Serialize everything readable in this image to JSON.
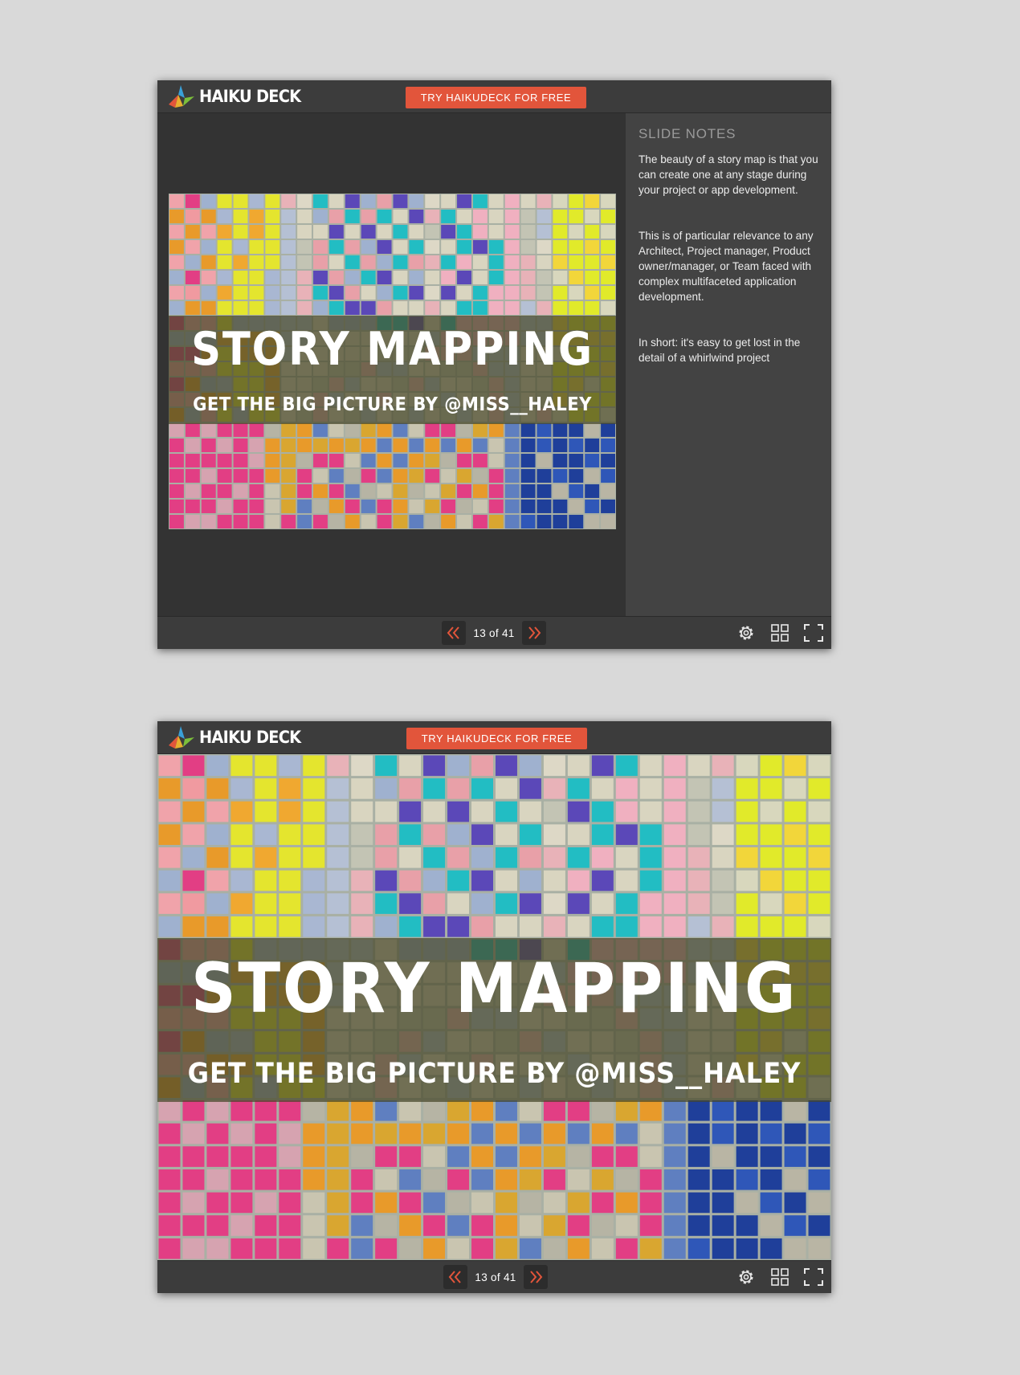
{
  "brand": {
    "logo_text": "HAIKU DECK",
    "cta_label": "TRY HAIKUDECK FOR FREE",
    "accent_color": "#e2553b"
  },
  "slide": {
    "title": "STORY MAPPING",
    "subtitle": "GET THE BIG PICTURE BY @MISS__HALEY",
    "background": "photo of colorful sticky notes on a wall"
  },
  "notes": {
    "heading": "SLIDE NOTES",
    "paragraphs": [
      "The beauty of a story map is that you can create one at any stage during your project or app development.",
      "This is of particular relevance to any Architect, Project manager, Product owner/manager, or Team faced with complex multifaceted application development.",
      "In short: it's easy to get lost in the detail of a whirlwind project"
    ]
  },
  "navigation": {
    "counter": "13 of 41",
    "prev_icon": "double-chevron-left-icon",
    "next_icon": "double-chevron-right-icon"
  },
  "toolbar": {
    "icons": [
      "settings-gear-icon",
      "grid-view-icon",
      "fullscreen-icon"
    ]
  }
}
